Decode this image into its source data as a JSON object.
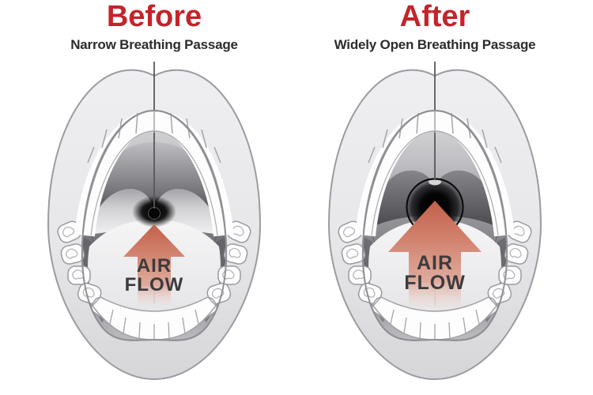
{
  "figure": {
    "description_left": "Mouth diagram with narrow breathing passage",
    "description_right": "Mouth diagram with widely open breathing passage"
  },
  "panels": [
    {
      "title": "Before",
      "subtitle": "Narrow Breathing Passage",
      "airflow": {
        "line1": "AIR",
        "line2": "FLOW"
      },
      "passage": "narrow"
    },
    {
      "title": "After",
      "subtitle": "Widely Open Breathing Passage",
      "airflow": {
        "line1": "AIR",
        "line2": "FLOW"
      },
      "passage": "widely-open"
    }
  ],
  "colors": {
    "title_red": "#c3242a",
    "subtitle_dark": "#2c2c2e",
    "airflow_text": "#3b3b3d",
    "arrow_salmon": "#d0806c",
    "lip_light": "#e8e8ea",
    "outline_gray": "#97979d",
    "throat_dark": "#3a3a3f",
    "background": "#ffffff"
  }
}
